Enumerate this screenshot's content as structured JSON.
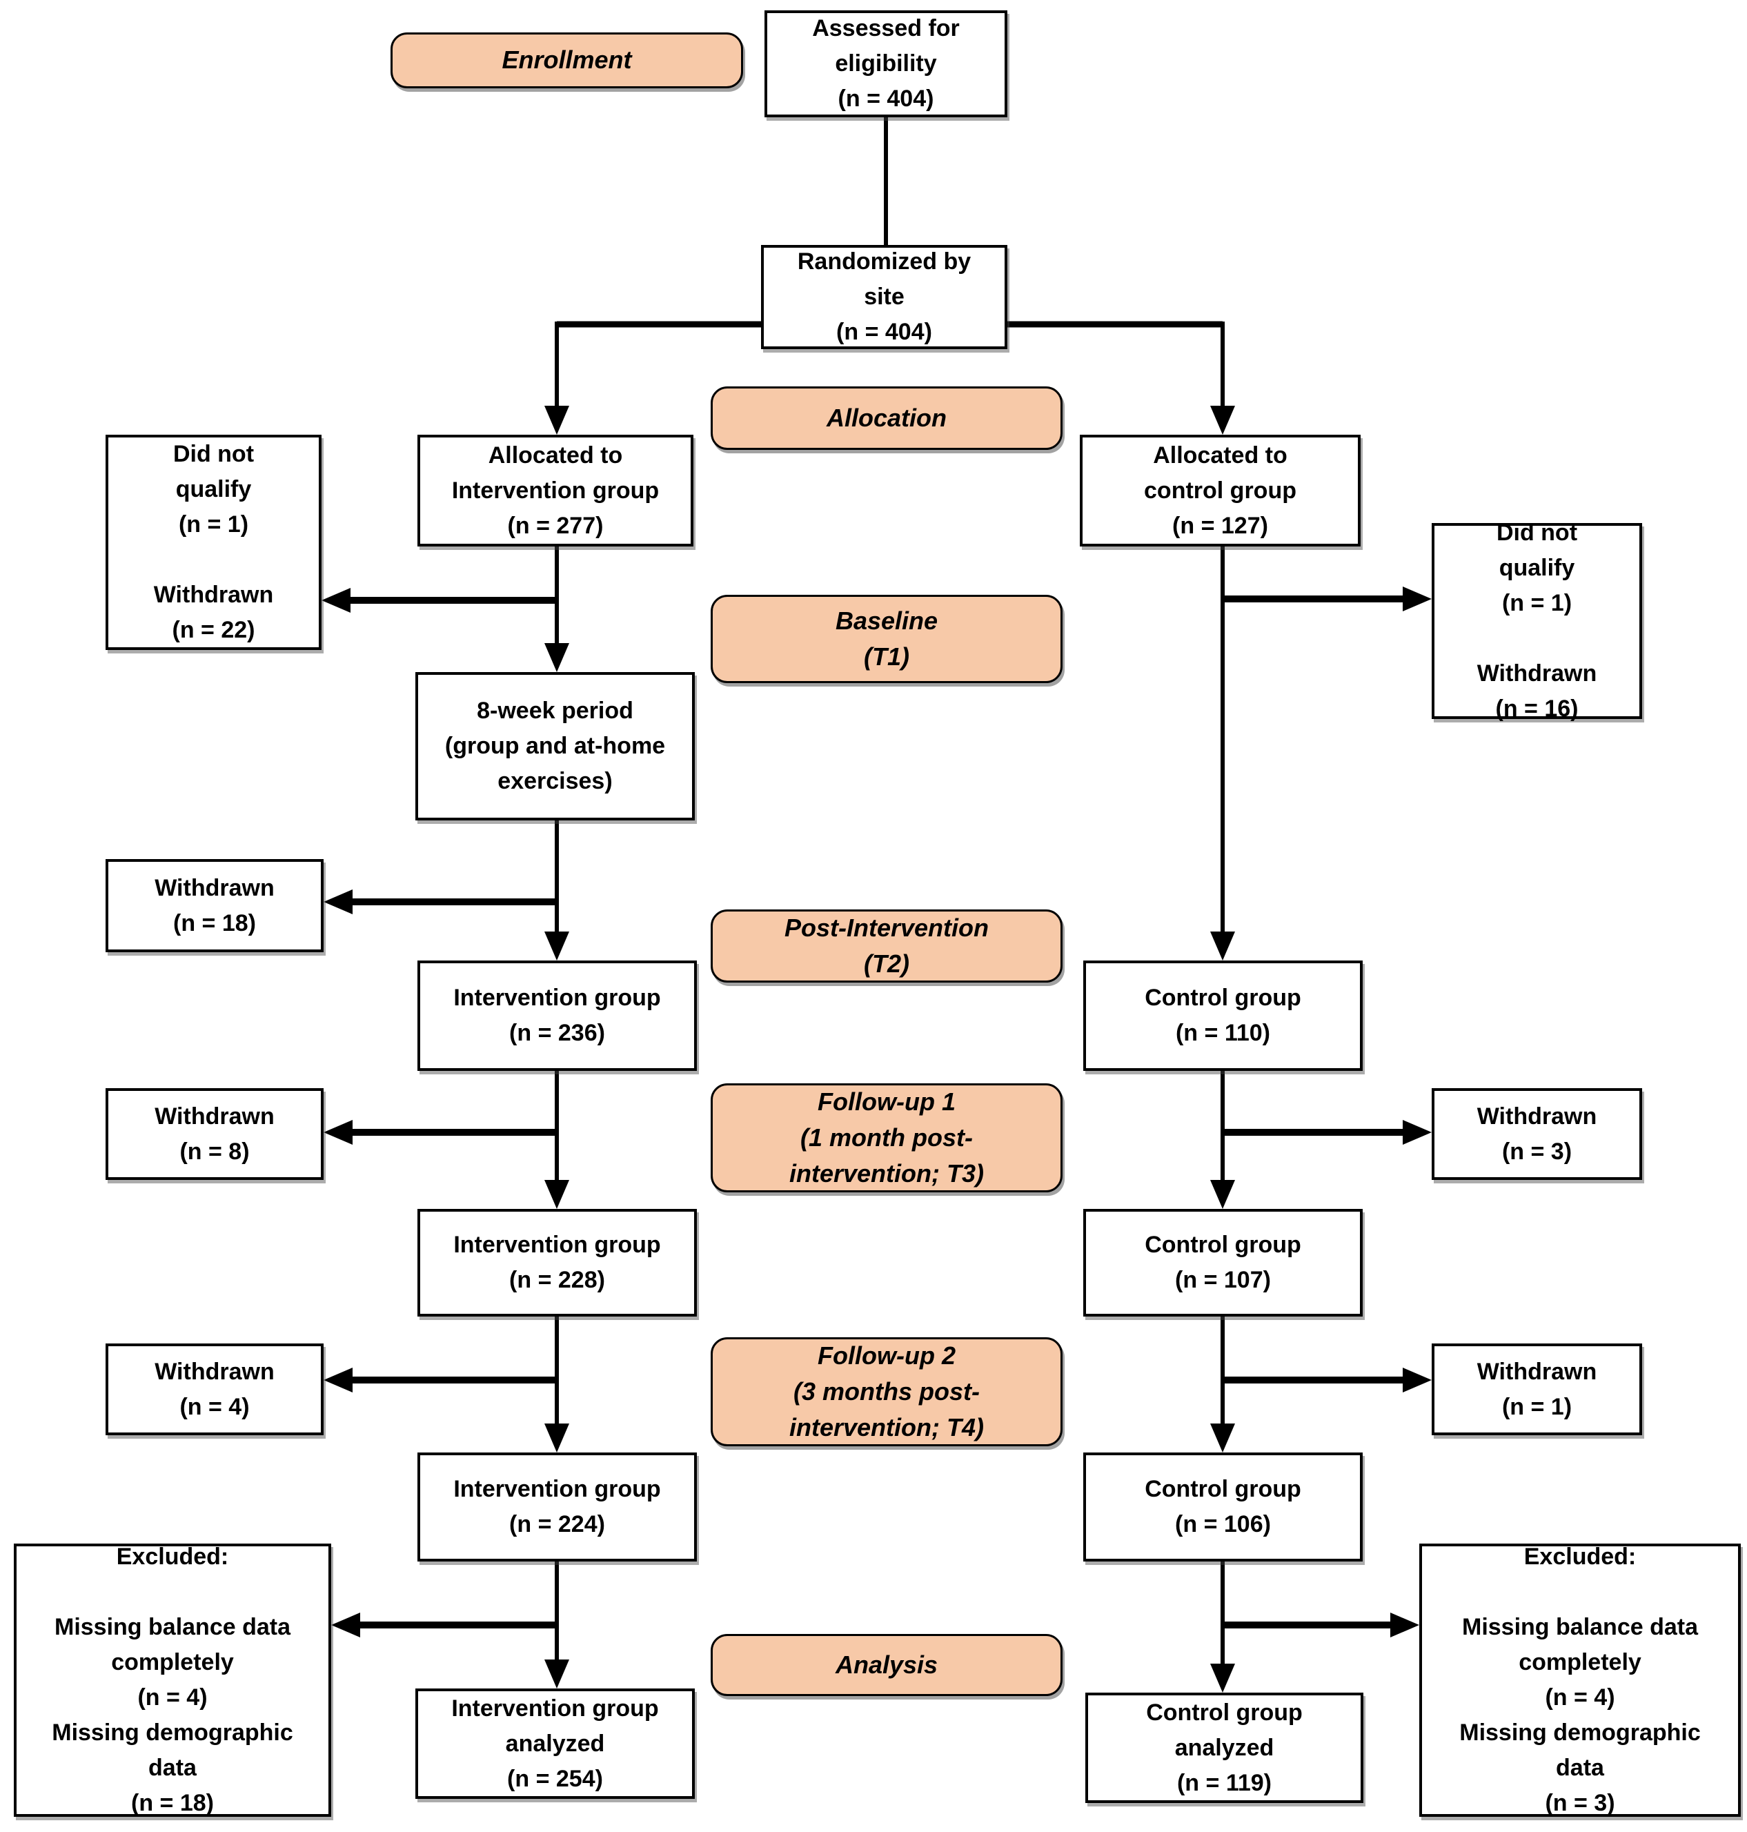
{
  "diagram": {
    "title": "CONSORT-style participant flow diagram",
    "colors": {
      "stage_fill": "#F7C9A8",
      "box_fill": "#FFFFFF",
      "border": "#000000",
      "arrow": "#000000"
    },
    "stages": {
      "enrollment": "Enrollment",
      "allocation": "Allocation",
      "baseline": "Baseline\n(T1)",
      "post_intervention": "Post-Intervention\n(T2)",
      "followup1": "Follow-up 1\n(1 month post-\nintervention; T3)",
      "followup2": "Follow-up 2\n(3 months post-\nintervention; T4)",
      "analysis": "Analysis"
    },
    "nodes": {
      "assessed": "Assessed for\neligibility\n(n = 404)",
      "randomized": "Randomized by\nsite\n(n = 404)",
      "alloc_intervention": "Allocated to\nIntervention group\n(n = 277)",
      "alloc_control": "Allocated to\ncontrol group\n(n = 127)",
      "dnq_left": "Did not\nqualify\n(n = 1)\n\nWithdrawn\n(n = 22)",
      "dnq_right": "Did not\nqualify\n(n = 1)\n\nWithdrawn\n(n = 16)",
      "week8": "8-week period\n(group and at-home\nexercises)",
      "withdrawn18": "Withdrawn\n(n = 18)",
      "intervention236": "Intervention group\n(n = 236)",
      "control110": "Control group\n(n = 110)",
      "withdrawn8": "Withdrawn\n(n = 8)",
      "withdrawn3": "Withdrawn\n(n = 3)",
      "intervention228": "Intervention group\n(n = 228)",
      "control107": "Control group\n(n = 107)",
      "withdrawn4": "Withdrawn\n(n = 4)",
      "withdrawn1": "Withdrawn\n(n = 1)",
      "intervention224": "Intervention group\n(n = 224)",
      "control106": "Control group\n(n = 106)",
      "excluded_left": "Excluded:\n\nMissing balance data\ncompletely\n(n = 4)\nMissing demographic\ndata\n(n = 18)",
      "excluded_right": "Excluded:\n\nMissing balance data\ncompletely\n(n = 4)\nMissing demographic\ndata\n(n = 3)",
      "analyzed_intervention": "Intervention group\nanalyzed\n(n = 254)",
      "analyzed_control": "Control group\nanalyzed\n(n = 119)"
    }
  }
}
